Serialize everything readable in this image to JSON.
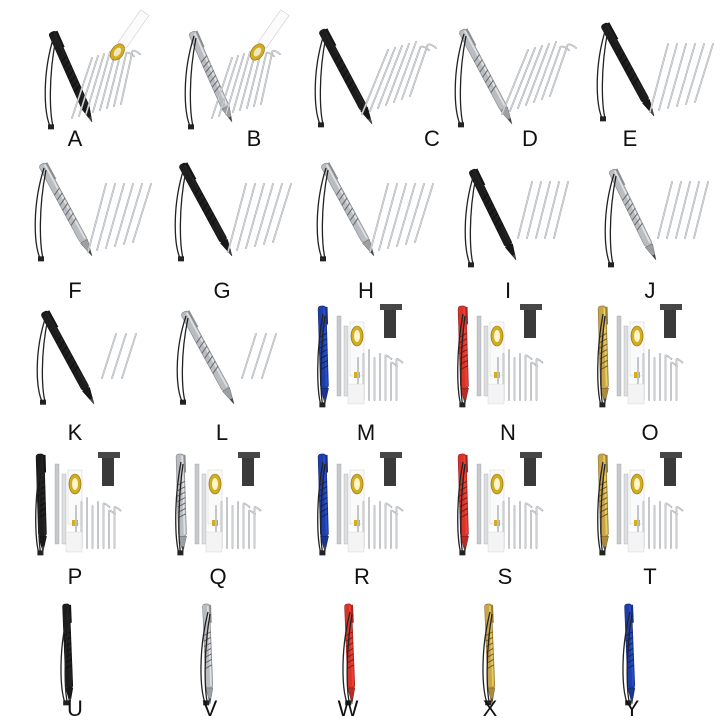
{
  "colors": {
    "black": "#1c1c1c",
    "silver": "#b9bcc0",
    "blue": "#1f3fa8",
    "red": "#d9342b",
    "gold": "#c9a54a",
    "needle": "#a9adb2",
    "cord": "#222222",
    "lanyard_yellow": "#d4ad1e",
    "holster": "#474747"
  },
  "items": [
    {
      "label": "A",
      "kit": "full-needles-threader",
      "color": "black"
    },
    {
      "label": "B",
      "kit": "full-needles-threader",
      "color": "silver"
    },
    {
      "label": "C",
      "kit": "bent-needles",
      "color": "black"
    },
    {
      "label": "D",
      "kit": "bent-needles",
      "color": "silver"
    },
    {
      "label": "E",
      "kit": "straight-needles",
      "color": "black"
    },
    {
      "label": "F",
      "kit": "straight-needles",
      "color": "silver"
    },
    {
      "label": "G",
      "kit": "straight-needles",
      "color": "black"
    },
    {
      "label": "H",
      "kit": "straight-needles",
      "color": "silver"
    },
    {
      "label": "I",
      "kit": "few-needles",
      "color": "black"
    },
    {
      "label": "J",
      "kit": "few-needles",
      "color": "silver"
    },
    {
      "label": "K",
      "kit": "three-needles",
      "color": "black"
    },
    {
      "label": "L",
      "kit": "three-needles",
      "color": "silver"
    },
    {
      "label": "M",
      "kit": "holster-set",
      "color": "blue"
    },
    {
      "label": "N",
      "kit": "holster-set",
      "color": "red"
    },
    {
      "label": "O",
      "kit": "holster-set",
      "color": "gold"
    },
    {
      "label": "P",
      "kit": "holster-set",
      "color": "black"
    },
    {
      "label": "Q",
      "kit": "holster-set",
      "color": "silver"
    },
    {
      "label": "R",
      "kit": "holster-set",
      "color": "blue"
    },
    {
      "label": "S",
      "kit": "holster-set",
      "color": "red"
    },
    {
      "label": "T",
      "kit": "holster-set",
      "color": "gold"
    },
    {
      "label": "U",
      "kit": "pen-only",
      "color": "black"
    },
    {
      "label": "V",
      "kit": "pen-only",
      "color": "silver"
    },
    {
      "label": "W",
      "kit": "pen-only",
      "color": "red"
    },
    {
      "label": "X",
      "kit": "pen-only",
      "color": "gold"
    },
    {
      "label": "Y",
      "kit": "pen-only",
      "color": "blue"
    }
  ]
}
